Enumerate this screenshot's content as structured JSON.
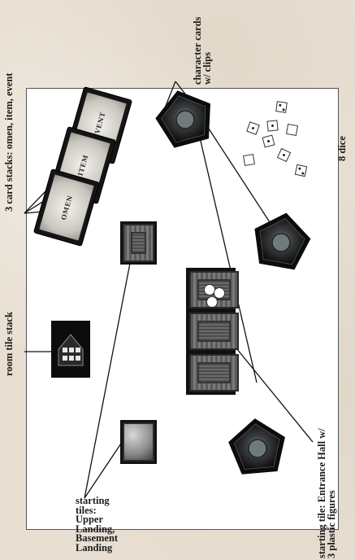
{
  "labels": {
    "character_cards": [
      "character cards",
      "w/ clips"
    ],
    "card_stacks": "3 card stacks: omen, item, event",
    "room_tile_stack": "room tile stack",
    "dice": "8 dice",
    "starting_tiles": [
      "starting",
      "tiles:",
      "Upper",
      "Landing,",
      "Basement",
      "Landing"
    ],
    "entrance_hall": [
      "starting tile: Entrance Hall w/",
      "3 plastic figures"
    ]
  },
  "cards": {
    "event": "EVENT",
    "item": "ITEM",
    "omen": "OMEN"
  },
  "colors": {
    "background": "#e8dfd2",
    "board": "#ffffff",
    "ink": "#1c1c1c",
    "component": "#151515"
  }
}
